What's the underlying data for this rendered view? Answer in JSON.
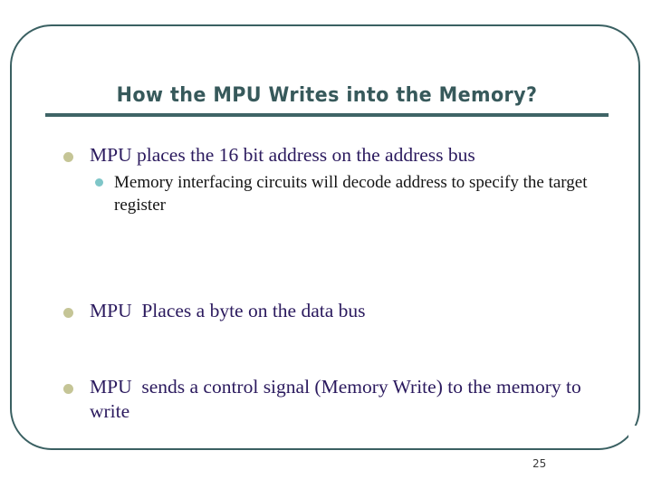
{
  "slide": {
    "title": "How the MPU Writes into the Memory?",
    "page_number": "25",
    "colors": {
      "frame_border": "#3A6062",
      "title_text": "#37595B",
      "title_rule": "#3F6466",
      "bullet1_text": "#2B1A5E",
      "bullet1_marker": "#C5C596",
      "bullet2_text": "#141414",
      "bullet2_marker": "#7FC6C8",
      "background": "#FFFFFF",
      "page_number_text": "#3B3B3B"
    },
    "bullets": [
      {
        "text": "MPU places the 16 bit address on the address bus",
        "subbullets": [
          {
            "text": "Memory interfacing circuits will decode address to specify the target register"
          }
        ]
      },
      {
        "text": "MPU  Places a byte on the data bus",
        "subbullets": []
      },
      {
        "text": "MPU  sends a control signal (Memory Write) to the memory to write",
        "subbullets": []
      }
    ]
  }
}
